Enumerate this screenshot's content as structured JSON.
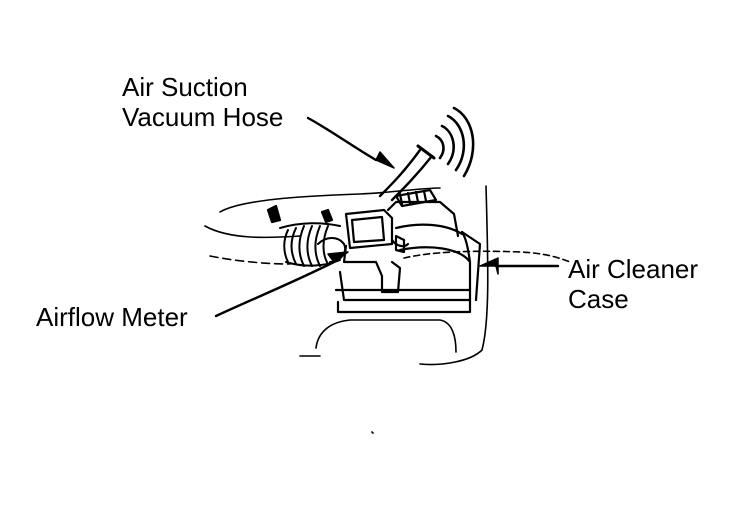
{
  "labels": {
    "hose": {
      "line1": "Air Suction",
      "line2": "Vacuum Hose"
    },
    "meter": {
      "line1": "Airflow Meter"
    },
    "case": {
      "line1": "Air Cleaner",
      "line2": "Case"
    }
  },
  "colors": {
    "ink": "#000000",
    "paper": "#ffffff"
  }
}
